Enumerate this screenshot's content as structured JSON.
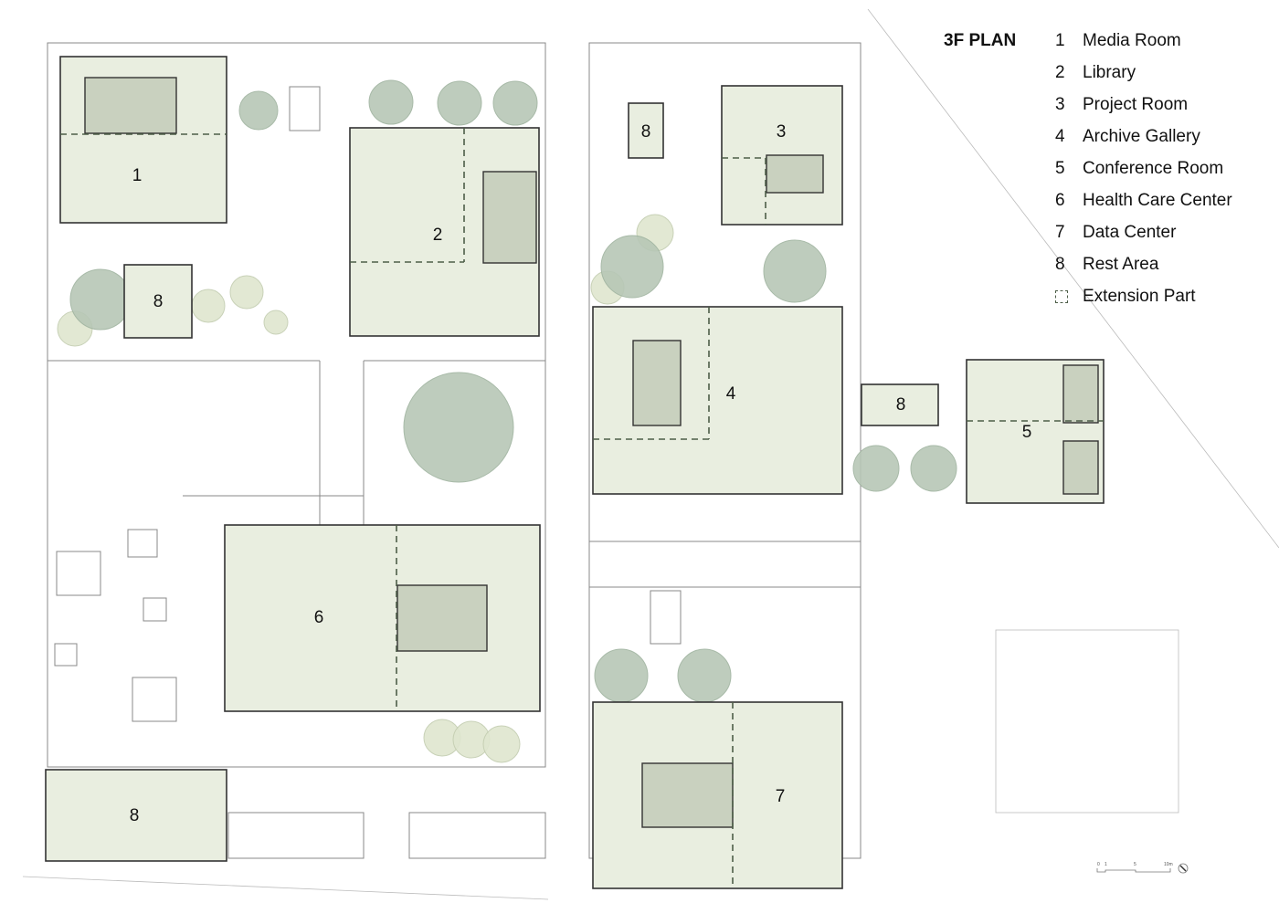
{
  "title": "3F PLAN",
  "legend": [
    {
      "num": "1",
      "label": "Media Room"
    },
    {
      "num": "2",
      "label": "Library"
    },
    {
      "num": "3",
      "label": "Project Room"
    },
    {
      "num": "4",
      "label": "Archive Gallery"
    },
    {
      "num": "5",
      "label": "Conference Room"
    },
    {
      "num": "6",
      "label": "Health Care Center"
    },
    {
      "num": "7",
      "label": "Data Center"
    },
    {
      "num": "8",
      "label": "Rest Area"
    },
    {
      "num": "",
      "label": "Extension Part",
      "icon": "dashed-bracket-icon"
    }
  ],
  "room_labels": {
    "r1": "1",
    "r2": "2",
    "r3": "3",
    "r4": "4",
    "r5": "5",
    "r6": "6",
    "r7": "7",
    "r8a": "8",
    "r8b": "8",
    "r8c": "8",
    "r8d": "8"
  },
  "scale_bar": {
    "t0": "0",
    "t1": "1",
    "t5": "5",
    "t10": "10m"
  },
  "colors": {
    "room": "#e9eee0",
    "core": "#c9d1bf",
    "tree": "#b7c7b6",
    "dash": "#4d5e48"
  }
}
